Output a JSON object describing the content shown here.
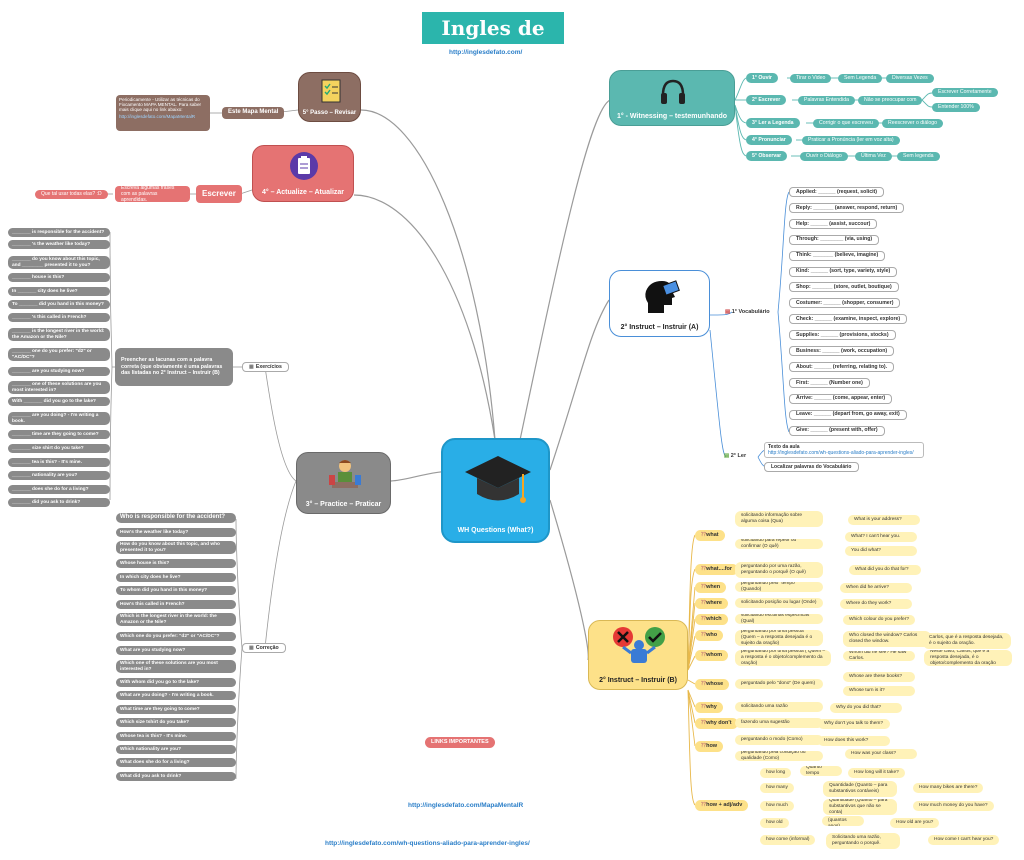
{
  "title": "Ingles de Fato",
  "site_url": "http://inglesdefato.com/",
  "central": "WH Questions (What?)",
  "n1": {
    "title": "1° - Witnessing – testemunhando",
    "items": [
      {
        "label": "1° Ouvir",
        "subs": [
          "Tirar o Video",
          "Sem Legenda",
          "Diversas Vezes"
        ]
      },
      {
        "label": "2° Escrever",
        "subs": [
          "Palavras Entendida",
          "Não se preocupar com",
          "Escrever Corretamente",
          "Entender 100%"
        ]
      },
      {
        "label": "3° Ler a Legenda",
        "subs": [
          "Corrigir o que escreveu",
          "Reescrever o diálogo"
        ]
      },
      {
        "label": "4° Pronunciar",
        "subs": [
          "Praticar a Pronúncia (ler em voz alta)"
        ]
      },
      {
        "label": "5° Observar",
        "subs": [
          "Ouvir o Diálogo",
          "Última Vez",
          "Sem legenda"
        ]
      }
    ]
  },
  "n2a": {
    "title": "2° Instruct – Instruir (A)",
    "vocab_label": "1° Vocabulário",
    "vocab": [
      "Applied: ______ (request, solicit)",
      "Reply: _______ (answer, respond, return)",
      "Help: ______ (assist, succour)",
      "Through: ________ (via, using)",
      "Think: _______ (believe, imagine)",
      "Kind: ______ (sort, type, variety, style)",
      "Shop: _______ (store, outlet, boutique)",
      "Costumer: ______ (shopper, consumer)",
      "Check: ______ (examine, inspect, explore)",
      "Supplies: ______ (provisions, stocks)",
      "Business: ______ (work, occupation)",
      "About: ______ (referring, relating to).",
      "First: ______ (Number one)",
      "Arrive: ______ (come, appear, enter)",
      "Leave: ______ (depart from, go away, exit)",
      "Give: ______ (present with, offer)"
    ],
    "ler_label": "2° Ler",
    "ler_text": "Texto da aula",
    "ler_url": "http://inglesdefato.com/wh-questions-aliado-para-aprender-ingles/",
    "localize": "Localizar palavras do Vocabulário"
  },
  "n2b": {
    "title": "2° Instruct – Instruir (B)",
    "rows": [
      {
        "q": "what",
        "desc": [
          "solicitando informação sobre alguma coisa (Qua)",
          "solicitando para repetir ou confirmar (O quê)"
        ],
        "ex": [
          "What is your address?",
          "What? I can't hear you.",
          "You did what?"
        ]
      },
      {
        "q": "what....for",
        "desc": [
          "perguntando por uma razão, perguntando o porquê (O quê)"
        ],
        "ex": [
          "What did you do that for?"
        ]
      },
      {
        "q": "when",
        "desc": [
          "perguntando pelo \"tempo\" (Quando)"
        ],
        "ex": [
          "When did he arrive?"
        ]
      },
      {
        "q": "where",
        "desc": [
          "solicitando posição ou lugar (Onde)"
        ],
        "ex": [
          "Where do they work?"
        ]
      },
      {
        "q": "which",
        "desc": [
          "solicitando escolhas específicas (Qual)"
        ],
        "ex": [
          "Which colour do you prefer?"
        ]
      },
      {
        "q": "who",
        "desc": [
          "perguntando por uma pessoa (Quem – a resposta desejada é o sujeito da oração)"
        ],
        "ex": [
          "Who closed the window? Carlos closed the window.",
          "Carlos, que é a resposta desejada, é o sujeito da oração."
        ]
      },
      {
        "q": "whom",
        "desc": [
          "perguntando por uma pessoa ( Quem – a resposta é o objeto/complemento da oração)"
        ],
        "ex": [
          "Whom did he see? He saw Carlos.",
          "Neste caso, Carlos, que é a resposta desejada, é o objeto/complemento da oração"
        ]
      },
      {
        "q": "whose",
        "desc": [
          "perguntado pelo \"dono\" (De quem)"
        ],
        "ex": [
          "Whose are these books?",
          "Whose turn is it?"
        ]
      },
      {
        "q": "why",
        "desc": [
          "solicitando uma razão"
        ],
        "ex": [
          "Why do you did that?"
        ]
      },
      {
        "q": "why don't",
        "desc": [
          "fazendo uma sugestão"
        ],
        "ex": [
          "Why don't you talk to them?"
        ]
      },
      {
        "q": "how",
        "desc": [
          "perguntando o modo (Como)",
          "perguntando pela condição ou qualidade (Como)"
        ],
        "ex": [
          "How does this work?",
          "How was your class?"
        ]
      },
      {
        "q": "how + adj/adv",
        "subs": [
          [
            "how long",
            "Quanto tempo",
            "How long will it take?"
          ],
          [
            "how many",
            "Quantidade (Quanto – para substantivos contáveis)",
            "How many bikes are there?"
          ],
          [
            "how much",
            "Quantidade (Quanto – para substantivos que não se conta)",
            "How much money do you have?"
          ],
          [
            "how old",
            "idade (quantos anos)",
            "How old are you?"
          ],
          [
            "how come (informal)",
            "Solicitando uma razão, perguntando o porquê.",
            "How come I can't hear you?"
          ]
        ]
      }
    ]
  },
  "n3": {
    "title": "3° – Practice – Praticar",
    "ex_label": "Exercícios",
    "ex_desc": "Preencher as lacunas com a palavra correta (que obviamente é uma palavras das listadas no 2° Instruct – Instruir (B)",
    "exercises": [
      "_______ is responsible for the accident?",
      "_______ 's the weather like today?",
      "_______ do you know about this topic, and ________ presented it to you?",
      "_______ house is this?",
      "In _______ city does he live?",
      "To _______ did you hand in this money?",
      "_______ 's this called in French?",
      "_______ is the longest river in the world: the Amazon or the Nile?",
      "_______ one do you prefer: \"d2\" or \"AC/DC\"?",
      "_______ are you studying now?",
      "_______ one of these solutions are you most interested in?",
      "With _______ did you go to the lake?",
      "_______ are you doing? - I'm writing a book.",
      "_______ time are they going to come?",
      "_______ size shirt do you take?",
      "_______ tea is this? - It's mine.",
      "_______ nationality are you?",
      "_______ does she do for a living?",
      "_______ did you ask to drink?"
    ],
    "cor_label": "Correção",
    "answers": [
      "Who is responsible for the accident?",
      "How's the weather like today?",
      "How do you know about this topic, and who presented it to you?",
      "Whose house is this?",
      "In which city does he live?",
      "To whom did you hand in this money?",
      "How's this called in French?",
      "Which is the longest river in the world: the Amazon or the Nile?",
      "Which one do you prefer: \"d2\" or \"AC/DC\"?",
      "What are you studying now?",
      "Which one of these solutions are you most interested in?",
      "With whom did you go to the lake?",
      "What are you doing? - I'm writing a book.",
      "What time are they going to come?",
      "Which size tshirt do you take?",
      "Whose tea is this? - It's mine.",
      "Which nationality are you?",
      "What does she do for a living?",
      "What did you ask to drink?"
    ]
  },
  "n4": {
    "title": "4° – Actualize – Atualizar",
    "escrever": "Escrever",
    "desc": "Escreva algumas frases com as palavras aprendidas.",
    "question": "Que tal usar todas elas? :D"
  },
  "n5": {
    "title": "5° Passo – Revisar",
    "mapa": "Este Mapa Mental",
    "note": "Periodicamente - Utilizar as técnicas do Fixcamento MAPA MENTAL. Para saber mais clique aqui no link abaixo:",
    "note_link": "http://inglesdefato.com/MapaMentalR"
  },
  "links_label": "LINKS IMPORTANTES",
  "link1": "http://inglesdefato.com/MapaMentalR",
  "link2": "http://inglesdefato.com/wh-questions-aliado-para-aprender-ingles/",
  "colors": {
    "teal": "#5bb8b0",
    "red": "#e57373",
    "gray": "#8a8a8a",
    "yellow": "#fde189",
    "blue": "#29aee7",
    "brown": "#8d6e63"
  }
}
